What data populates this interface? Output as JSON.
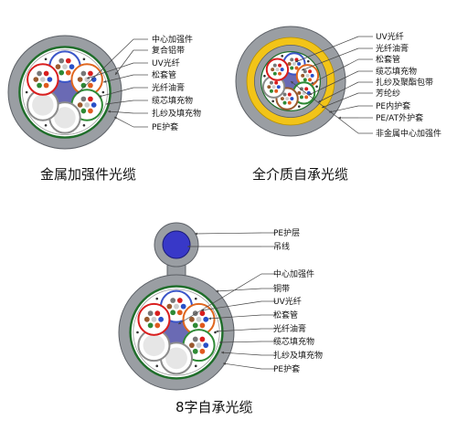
{
  "diagrams": {
    "metal": {
      "caption": "金属加强件光缆",
      "labels": [
        "中心加强件",
        "复合铝带",
        "UV光纤",
        "松套管",
        "光纤油膏",
        "缆芯填充物",
        "扎纱及填充物",
        "PE护套"
      ]
    },
    "dielectric": {
      "caption": "全介质自承光缆",
      "labels": [
        "UV光纤",
        "光纤油膏",
        "松套管",
        "缆芯填充物",
        "扎纱及聚酯包带",
        "芳纶纱",
        "PE内护套",
        "PE/AT外护套",
        "非金属中心加强件"
      ]
    },
    "figure8": {
      "caption": "8字自承光缆",
      "messenger_labels": [
        "PE护层",
        "吊线"
      ],
      "labels": [
        "中心加强件",
        "铜带",
        "UV光纤",
        "松套管",
        "光纤油膏",
        "缆芯填充物",
        "扎纱及填充物",
        "PE护套"
      ]
    }
  },
  "colors": {
    "sheath": "#9a9ea3",
    "sheath_edge": "#5c6066",
    "core_bg": "#ffffff",
    "strength_member": "#6a6ab4",
    "messenger_wire": "#3838c8",
    "aramid": "#f2c418",
    "tape_green": "#1f6e2a",
    "tube_colors": [
      "#3a55c8",
      "#e0661e",
      "#2e8a35",
      "#9a5a2e",
      "#8a8a8a",
      "#d91e1e"
    ],
    "leader": "#444444"
  }
}
